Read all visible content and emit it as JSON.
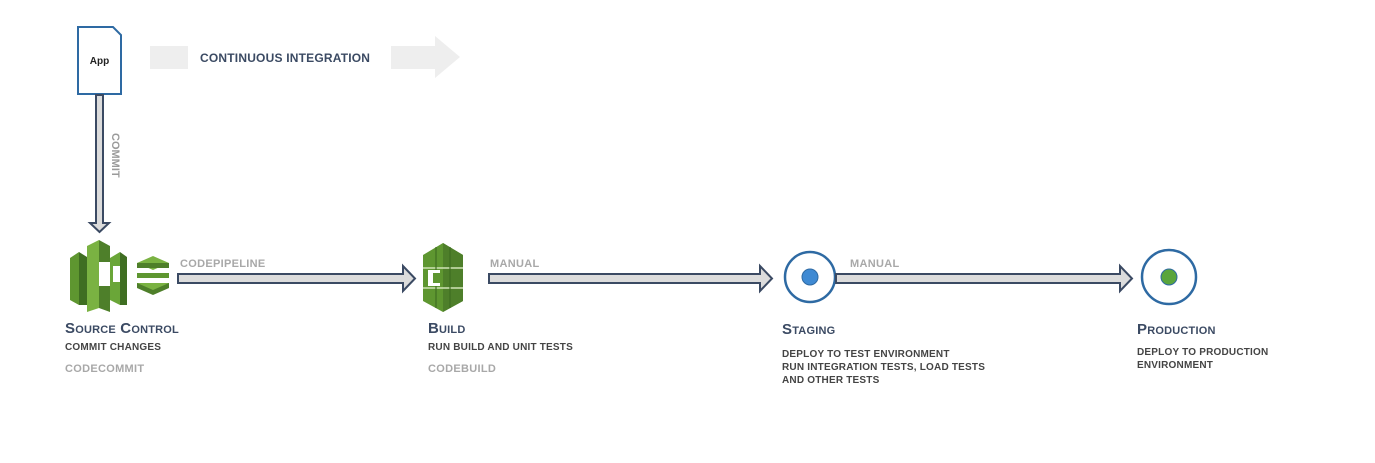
{
  "app_doc": {
    "label": "App",
    "icon": "document-icon"
  },
  "ci_banner": {
    "label": "CONTINUOUS INTEGRATION",
    "icon": "arrow-right-icon"
  },
  "commit_arrow": {
    "label": "COMMIT"
  },
  "connectors": [
    {
      "label": "CODEPIPELINE"
    },
    {
      "label": "MANUAL"
    },
    {
      "label": "MANUAL"
    }
  ],
  "stages": [
    {
      "title_first": "S",
      "title_rest": "OURCE ",
      "title_first2": "C",
      "title_rest2": "ONTROL",
      "title": "Source Control",
      "description_lines": [
        "COMMIT CHANGES"
      ],
      "service": "CODECOMMIT",
      "icon": "codecommit-icon"
    },
    {
      "title": "Build",
      "description_lines": [
        "RUN BUILD AND UNIT TESTS"
      ],
      "service": "CODEBUILD",
      "icon": "codebuild-icon"
    },
    {
      "title": "Staging",
      "description_lines": [
        "DEPLOY TO TEST ENVIRONMENT",
        "RUN INTEGRATION TESTS, LOAD TESTS",
        "AND OTHER TESTS"
      ],
      "icon": "stage-circle-icon",
      "dot_color": "#3f8ad3"
    },
    {
      "title": "Production",
      "description_lines": [
        "DEPLOY TO PRODUCTION",
        "ENVIRONMENT"
      ],
      "icon": "stage-circle-icon",
      "dot_color": "#5aa53c"
    }
  ],
  "colors": {
    "navy": "#3b4a63",
    "arrow_fill": "#dcdcdc",
    "green_dark": "#3f6e22",
    "green": "#5e9630",
    "green_light": "#7ab242",
    "circle_stroke": "#2e6aa3",
    "ci_banner": "#eeeeee"
  }
}
